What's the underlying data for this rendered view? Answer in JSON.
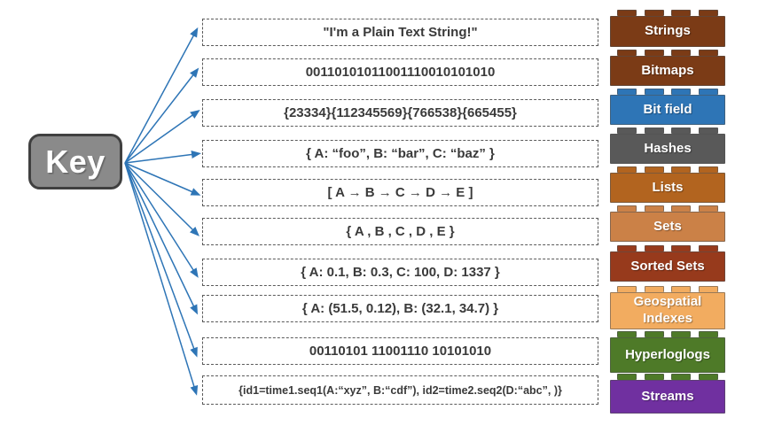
{
  "key": {
    "label": "Key",
    "fill": "#8A8A8A",
    "border": "#404040"
  },
  "arrow_color": "#2E75B6",
  "examples": [
    "\"I'm a Plain Text String!\"",
    "00110101011001110010101010",
    "{23334}{112345569}{766538}{665455}",
    "{ A: “foo”, B: “bar”, C: “baz”  }",
    "[ A → B → C → D → E ]",
    "{ A , B , C , D , E }",
    "{ A: 0.1, B: 0.3, C: 100, D: 1337 }",
    "{ A: (51.5, 0.12), B: (32.1, 34.7)  }",
    "00110101 11001110 10101010",
    "{id1=time1.seq1(A:“xyz”, B:“cdf”), id2=time2.seq2(D:“abc”, )}"
  ],
  "bricks": [
    {
      "label": "Strings",
      "color": "#7B3B16",
      "stud_color": "#7B3B16"
    },
    {
      "label": "Bitmaps",
      "color": "#7B3B16",
      "stud_color": "#7B3B16"
    },
    {
      "label": "Bit field",
      "color": "#2E75B6",
      "stud_color": "#2E75B6"
    },
    {
      "label": "Hashes",
      "color": "#595959",
      "stud_color": "#595959"
    },
    {
      "label": "Lists",
      "color": "#B2641F",
      "stud_color": "#B2641F"
    },
    {
      "label": "Sets",
      "color": "#CB8147",
      "stud_color": "#CB8147"
    },
    {
      "label": "Sorted Sets",
      "color": "#973A1C",
      "stud_color": "#973A1C"
    },
    {
      "label": "Geospatial Indexes",
      "color": "#F2AC60",
      "stud_color": "#F2AC60"
    },
    {
      "label": "Hyperloglogs",
      "color": "#4E7A28",
      "stud_color": "#4E7A28"
    },
    {
      "label": "Streams",
      "color": "#7030A0",
      "stud_color": "#4E7A28"
    }
  ]
}
